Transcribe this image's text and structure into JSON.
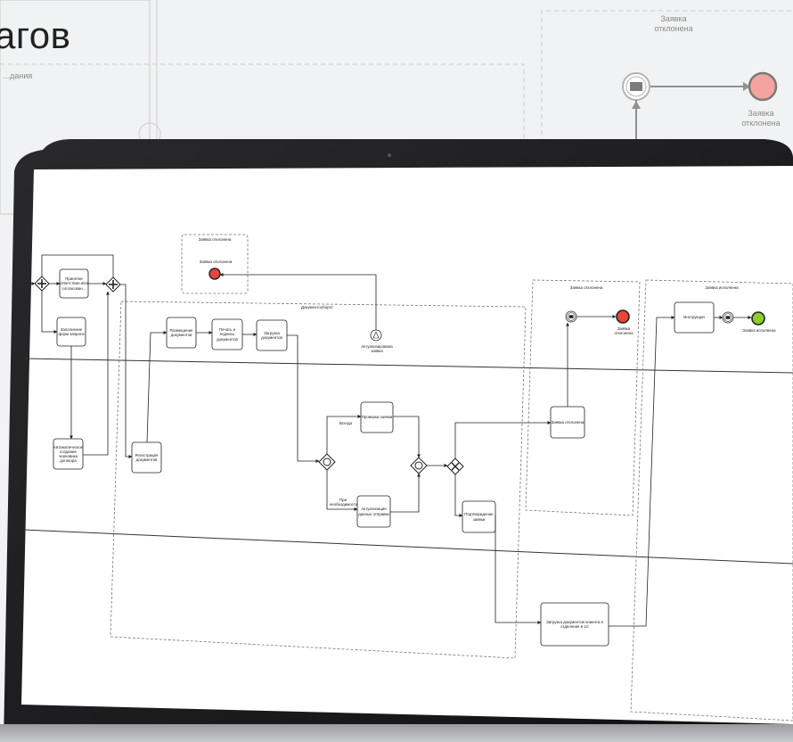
{
  "background": {
    "title": "агов",
    "small_label_left": "...дания",
    "top_right_pool_label": "Заявка отклонена",
    "top_right_end_label": "Заявка отклонена"
  },
  "diagram": {
    "rejected_group_title": "Заявка отклонена",
    "rejected_end_small": "Заявка отклонена",
    "doc_group_title": "Документооборот",
    "timer_label": "Актуализирована заявка",
    "tasks": {
      "receive_request": "Принятие ответствия и/из согласован...",
      "fill_form": "Заполнение форм запроса",
      "auto_contract": "Автоматическое создание черновика договора",
      "registration": "Регистрация документов",
      "prepare_docs": "Размещение документов",
      "print_sign": "Печать и подпись документов",
      "upload_docs": "Загрузка документов",
      "check_request": "Проверка заявки",
      "autocorrect": "Актуализация данных отправки",
      "confirm": "Подтверждение заявки",
      "reject": "Заявка отклонена",
      "load_1c": "Загрузка документов клиента в отделение в 1С",
      "instruction": "Инструкция"
    },
    "flow_labels": {
      "always": "Всегда",
      "if_needed": "При необходимости"
    },
    "end_rejected": "Заявка отклонена",
    "end_completed": "Заявка исполнена"
  },
  "colors": {
    "end_rejected": "#e8453c",
    "end_completed": "#8ccf2a",
    "bg_end": "#f4a3a0"
  }
}
